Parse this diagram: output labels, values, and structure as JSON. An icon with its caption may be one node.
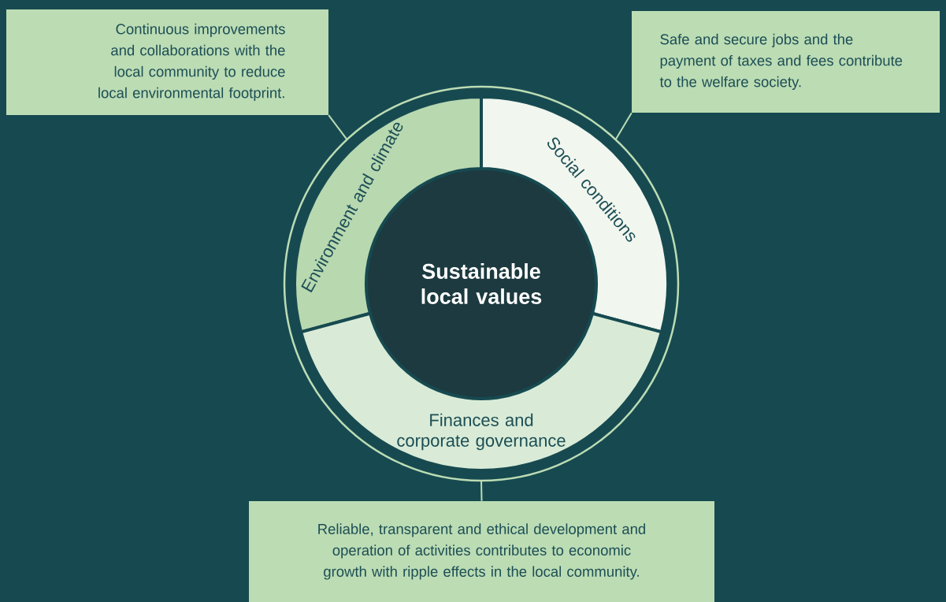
{
  "diagram": {
    "nodes": [
      {
        "text": [
          "Sustainable local values"
        ]
      },
      {
        "text": [
          "Environment and climate"
        ]
      },
      {
        "text": [
          "Social conditions"
        ]
      },
      {
        "text": [
          "Finances and corporate governance"
        ]
      },
      {
        "text": [
          "Continuous improvements and collaborations with the local community to reduce local environmental footprint."
        ]
      },
      {
        "text": [
          "Safe and secure jobs and the payment of taxes and fees contribute to the welfare society."
        ]
      },
      {
        "text": [
          "Reliable, transparent and ethical development and operation of activities contributes to economic growth with ripple effects in the local community."
        ]
      }
    ],
    "edges": [
      {
        "from": 4,
        "to": 1,
        "arrow": "none"
      },
      {
        "from": 5,
        "to": 2,
        "arrow": "none"
      },
      {
        "from": 6,
        "to": 3,
        "arrow": "none"
      }
    ]
  }
}
